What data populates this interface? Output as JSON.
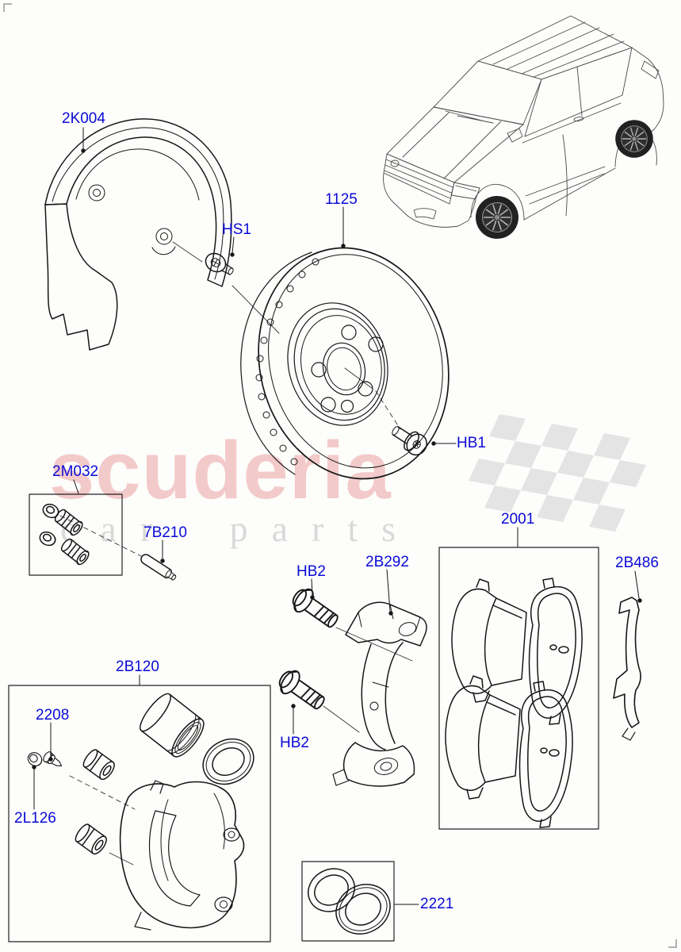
{
  "diagram": {
    "subject": "front-brake-parts-diagram",
    "labels": {
      "shield": "2K004",
      "shield_screw": "HS1",
      "disc": "1125",
      "disc_screw": "HB1",
      "guide_pin_kit": "2M032",
      "guide_pin": "7B210",
      "carrier_bolt_upper": "HB2",
      "carrier_bracket": "2B292",
      "carrier_bolt_lower": "HB2",
      "brake_pad_kit": "2001",
      "pad_retaining_clip": "2B486",
      "caliper_kit": "2B120",
      "bleed_screw": "2208",
      "bleed_screw_cap": "2L126",
      "seal_kit": "2221"
    }
  },
  "watermark": {
    "brand": "scuderia",
    "tagline": "car parts"
  },
  "colors": {
    "label_blue": "#0a0ad8",
    "line_black": "#161616",
    "watermark_pink": "#f3caca",
    "watermark_gray": "#d9d9d9",
    "flag_gray": "#e4e4e4"
  }
}
